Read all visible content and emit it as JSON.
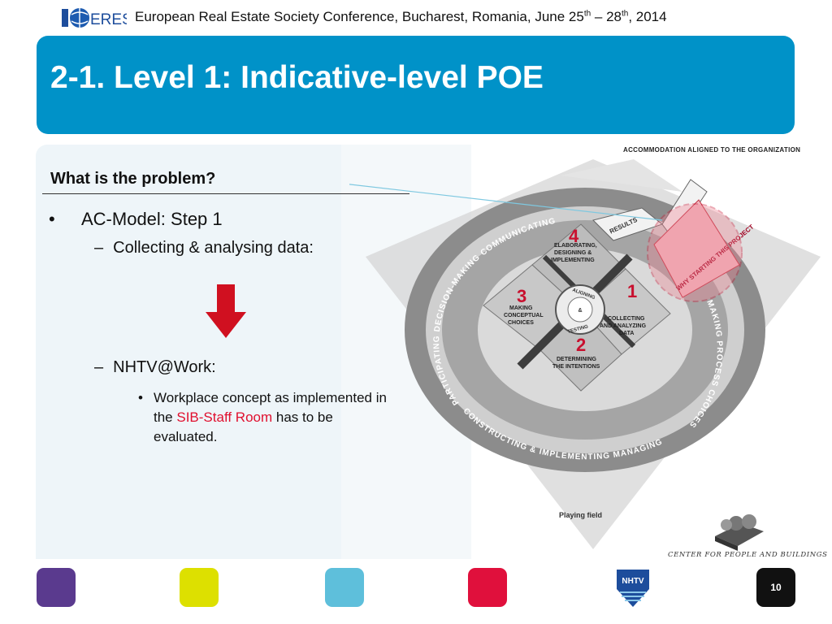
{
  "header": {
    "logo_text": "ERES",
    "conference_pre": "European Real Estate Society Conference, Bucharest, Romania, June 25",
    "sup1": "th",
    "mid": " – 28",
    "sup2": "th",
    "conference_post": ", 2014"
  },
  "slide": {
    "title": "2-1. Level 1: Indicative-level POE",
    "subtitle": "What is the problem?",
    "bullets": {
      "b1_marker": "•",
      "b1": "AC-Model: Step 1",
      "b2_marker": "–",
      "b2": "Collecting & analysing data:",
      "b3_marker": "–",
      "b3": "NHTV@Work:",
      "b4_marker": "•",
      "b4_pre": "Workplace concept as implemented in the ",
      "b4_red": "SIB-Staff Room",
      "b4_post": " has to be evaluated."
    }
  },
  "diagram": {
    "top_label": "ACCOMMODATION ALIGNED TO THE ORGANIZATION",
    "ring_left": "PARTICIPATING  DECISION-MAKING  COMMUNICATING",
    "ring_bottom": "CONSTRUCTING & IMPLEMENTING  MANAGING",
    "ring_right": "MAKING PROCESS CHOICES",
    "results": "RESULTS",
    "why": "WHY STARTING THIS PROJECT",
    "step4": "ELABORATING, DESIGNING & IMPLEMENTING",
    "step3": "MAKING CONCEPTUAL CHOICES",
    "step1": "COLLECTING AND ANALYZING DATA",
    "step2": "DETERMINING THE INTENTIONS",
    "center": "ALIGNING & TESTING",
    "playing_field": "Playing field",
    "n1": "1",
    "n2": "2",
    "n3": "3",
    "n4": "4"
  },
  "footer": {
    "cpb": "CENTER FOR PEOPLE AND BUILDINGS",
    "nhtv": "NHTV",
    "page": "10",
    "squares": [
      "#5a3a8e",
      "#dde000",
      "#5ebfdb",
      "#e0103c"
    ]
  }
}
